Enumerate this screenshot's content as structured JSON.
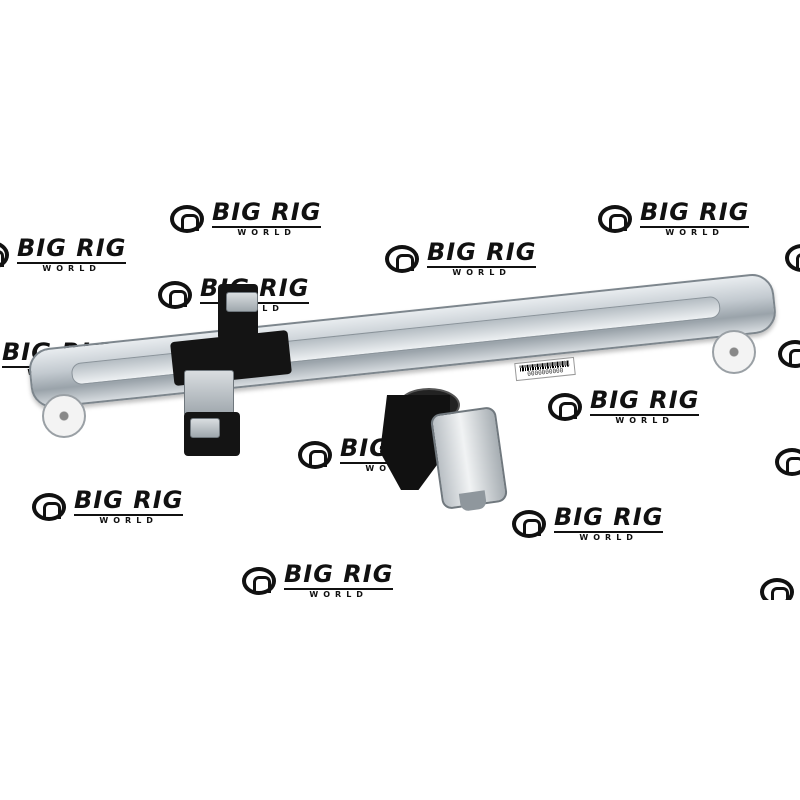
{
  "watermark": {
    "brand_big": "BIG RIG",
    "brand_small": "WORLD",
    "text_color": "#111111"
  },
  "colors": {
    "background": "#ffffff",
    "rail_metal": "#c3cad0",
    "bracket_black": "#141414"
  },
  "product": {
    "description": "",
    "label_code": "0000000000"
  }
}
